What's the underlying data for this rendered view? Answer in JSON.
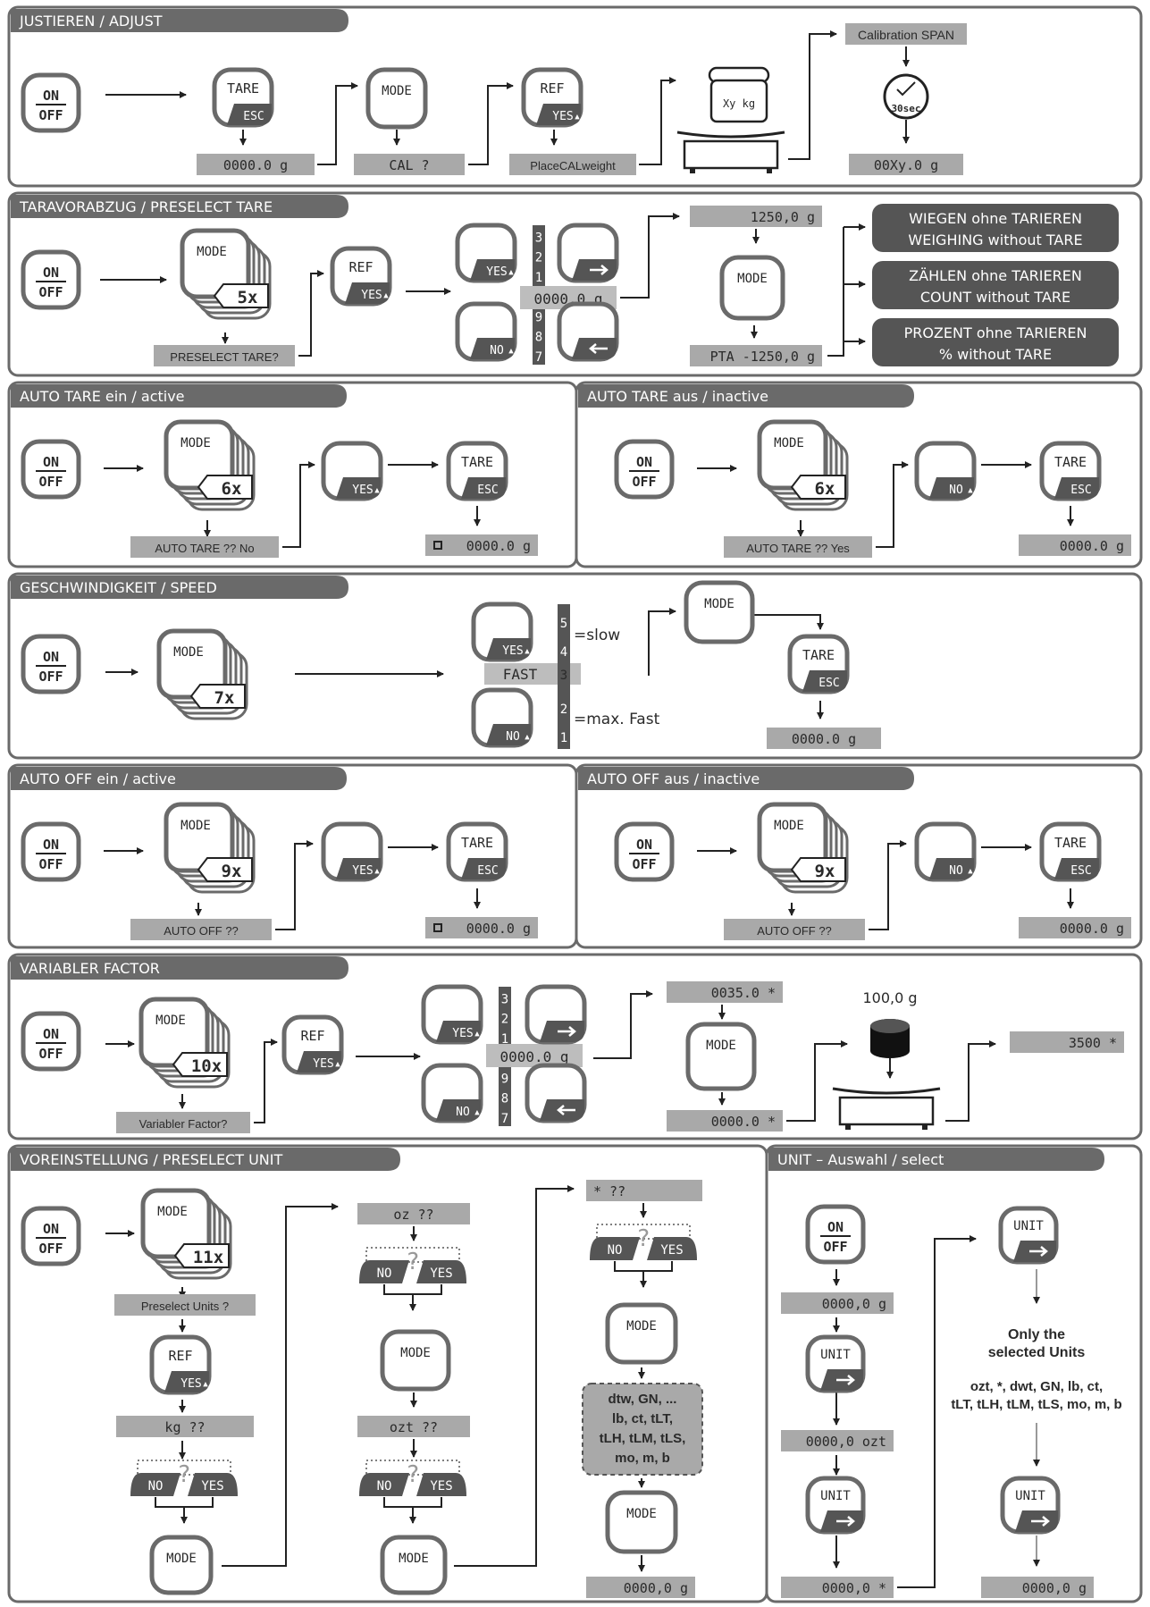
{
  "colors": {
    "frame": "#6a6a6a",
    "display": "#a9a9a9",
    "dark": "#555555",
    "text": "#2a2a2a"
  },
  "keys": {
    "on": "ON",
    "off": "OFF",
    "tare": "TARE",
    "esc": "ESC",
    "mode": "MODE",
    "ref": "REF",
    "yes": "YES",
    "no": "NO",
    "unit": "UNIT"
  },
  "sections": {
    "adjust": {
      "title": "JUSTIEREN / ADJUST",
      "d1": "0000.0 g",
      "d2": "CAL ?",
      "d3": "PlaceCALweight",
      "weight": "Xy kg",
      "span": "Calibration SPAN",
      "timer": "30sec",
      "d4": "00Xy.0 g"
    },
    "tare": {
      "title": "TARAVORABZUG / PRESELECT TARE",
      "count": "5x",
      "prompt": "PRESELECT TARE?",
      "digits": [
        "3",
        "2",
        "1",
        "0",
        "9",
        "8",
        "7"
      ],
      "entry": "0000.0 g",
      "d1": "1250,0 g",
      "d2": "PTA  -1250,0 g",
      "opt1a": "WIEGEN ohne TARIEREN",
      "opt1b": "WEIGHING without TARE",
      "opt2a": "ZÄHLEN ohne TARIEREN",
      "opt2b": "COUNT without TARE",
      "opt3a": "PROZENT ohne TARIEREN",
      "opt3b": "% without TARE"
    },
    "autotare_on": {
      "title": "AUTO TARE    ein / active",
      "count": "6x",
      "prompt": "AUTO TARE ??  No",
      "result": "0000.0 g"
    },
    "autotare_off": {
      "title": "AUTO TARE    aus / inactive",
      "count": "6x",
      "prompt": "AUTO TARE ??  Yes",
      "result": "0000.0 g"
    },
    "speed": {
      "title": "GESCHWINDIGKEIT / SPEED",
      "count": "7x",
      "levels": [
        "5",
        "4",
        "3",
        "2",
        "1"
      ],
      "fast": "FAST",
      "slow": "=slow",
      "max": "=max. Fast",
      "result": "0000.0 g"
    },
    "autooff_on": {
      "title": "AUTO OFF    ein / active",
      "count": "9x",
      "prompt": "AUTO OFF ??",
      "result": "0000.0 g"
    },
    "autooff_off": {
      "title": "AUTO OFF    aus / inactive",
      "count": "9x",
      "prompt": "AUTO OFF ??",
      "result": "0000.0 g"
    },
    "factor": {
      "title": "VARIABLER FACTOR",
      "count": "10x",
      "prompt": "Variabler Factor?",
      "digits": [
        "3",
        "2",
        "1",
        "0",
        "9",
        "8",
        "7"
      ],
      "entry": "0000.0 g",
      "d1": "0035.0 *",
      "d2": "0000.0 *",
      "weight": "100,0 g",
      "d3": "3500 *"
    },
    "units": {
      "title": "VOREINSTELLUNG / PRESELECT UNIT",
      "count": "11x",
      "prompt": "Preselect Units ?",
      "q1": "kg ??",
      "q2": "oz ??",
      "q3": "ozt ??",
      "q4": "*         ??",
      "list": [
        "dtw, GN, ...",
        "lb, ct, tLT,",
        "tLH, tLM, tLS,",
        "mo, m, b"
      ],
      "result": "0000,0 g"
    },
    "unitsel": {
      "title": "UNIT –  Auswahl / select",
      "d1": "0000,0 g",
      "d2": "0000,0 ozt",
      "d3": "0000,0 *",
      "d4": "0000,0 g",
      "note1": "Only the",
      "note2": "selected Units",
      "list1": "ozt, *, dwt, GN, lb, ct,",
      "list2": "tLT, tLH, tLM, tLS, mo, m, b"
    }
  }
}
